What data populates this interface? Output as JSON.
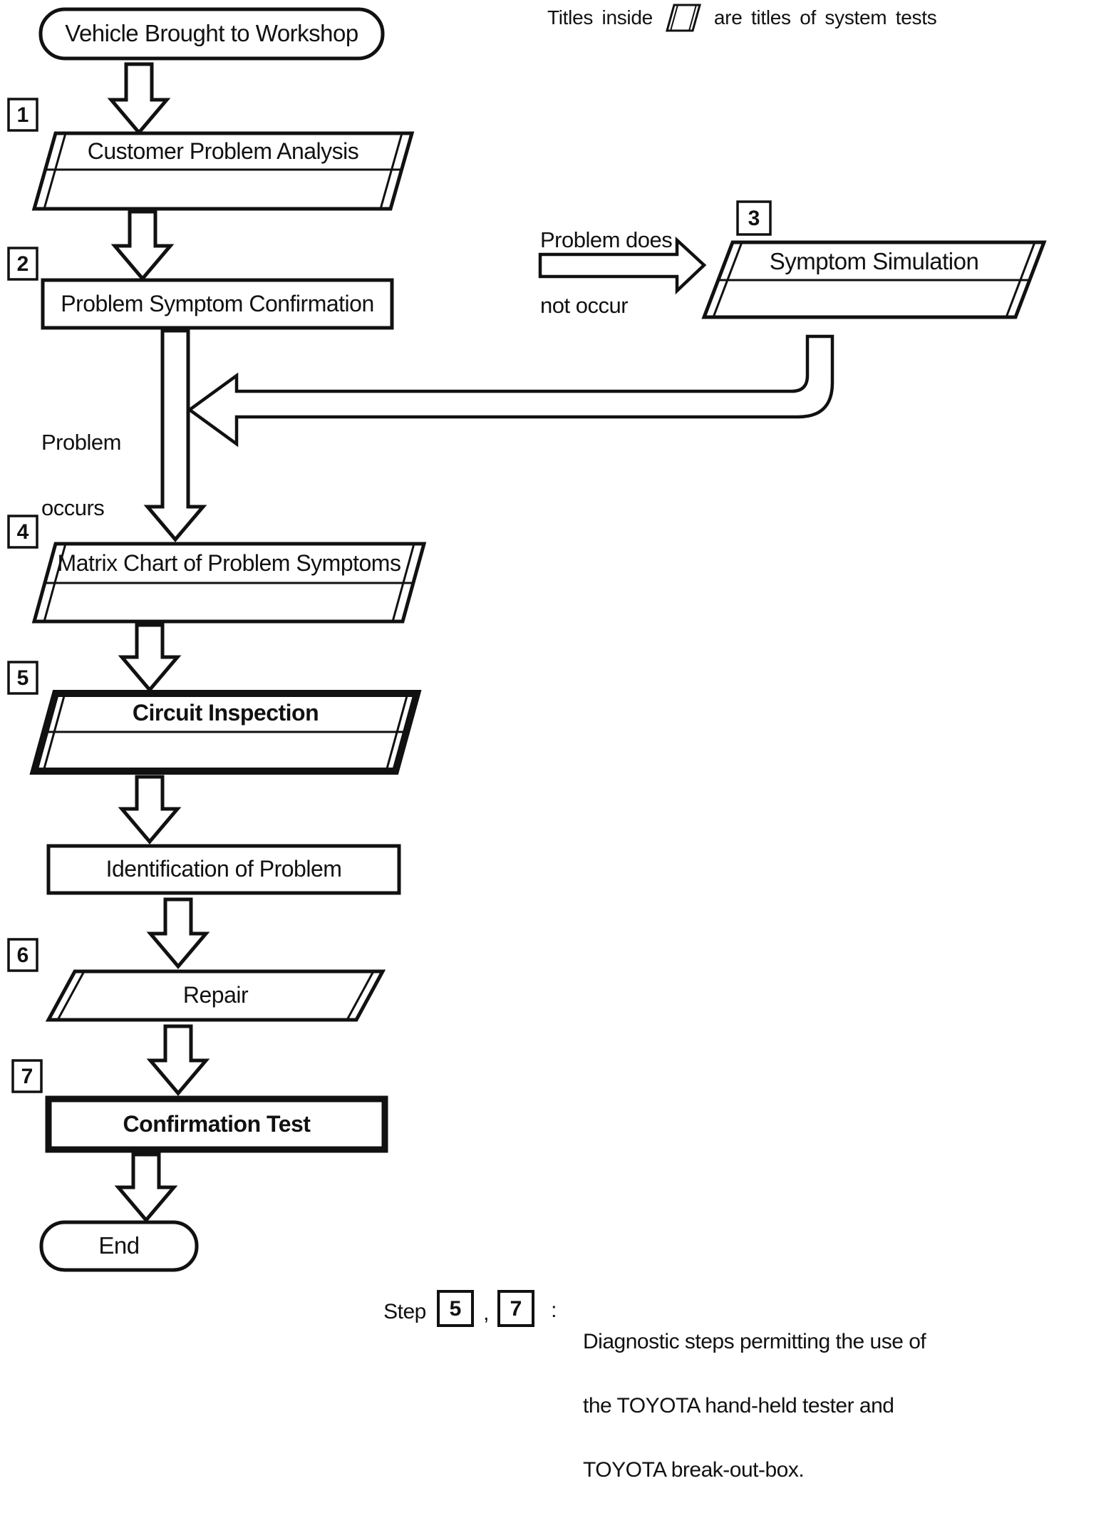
{
  "legend": {
    "prefix": "Titles inside",
    "suffix": "are titles of system tests"
  },
  "nodes": {
    "start": "Vehicle Brought to Workshop",
    "customer_problem_analysis": "Customer Problem Analysis",
    "problem_symptom_confirmation": "Problem Symptom Confirmation",
    "symptom_simulation": "Symptom Simulation",
    "matrix_chart": "Matrix Chart of Problem Symptoms",
    "circuit_inspection": "Circuit Inspection",
    "identification_of_problem": "Identification of Problem",
    "repair": "Repair",
    "confirmation_test": "Confirmation Test",
    "end": "End"
  },
  "steps": {
    "s1": "1",
    "s2": "2",
    "s3": "3",
    "s4": "4",
    "s5": "5",
    "s6": "6",
    "s7": "7"
  },
  "edges": {
    "problem_occurs": {
      "line1": "Problem",
      "line2": "occurs"
    },
    "problem_does_not_occur": {
      "line1": "Problem does",
      "line2": "not occur"
    }
  },
  "note": {
    "step_word": "Step",
    "ref1": "5",
    "comma": ",",
    "ref2": "7",
    "colon": ":",
    "line1": "Diagnostic steps permitting the use of",
    "line2": "the TOYOTA hand-held tester and",
    "line3": "TOYOTA break-out-box."
  },
  "colors": {
    "ink": "#111111",
    "paper": "#ffffff"
  }
}
